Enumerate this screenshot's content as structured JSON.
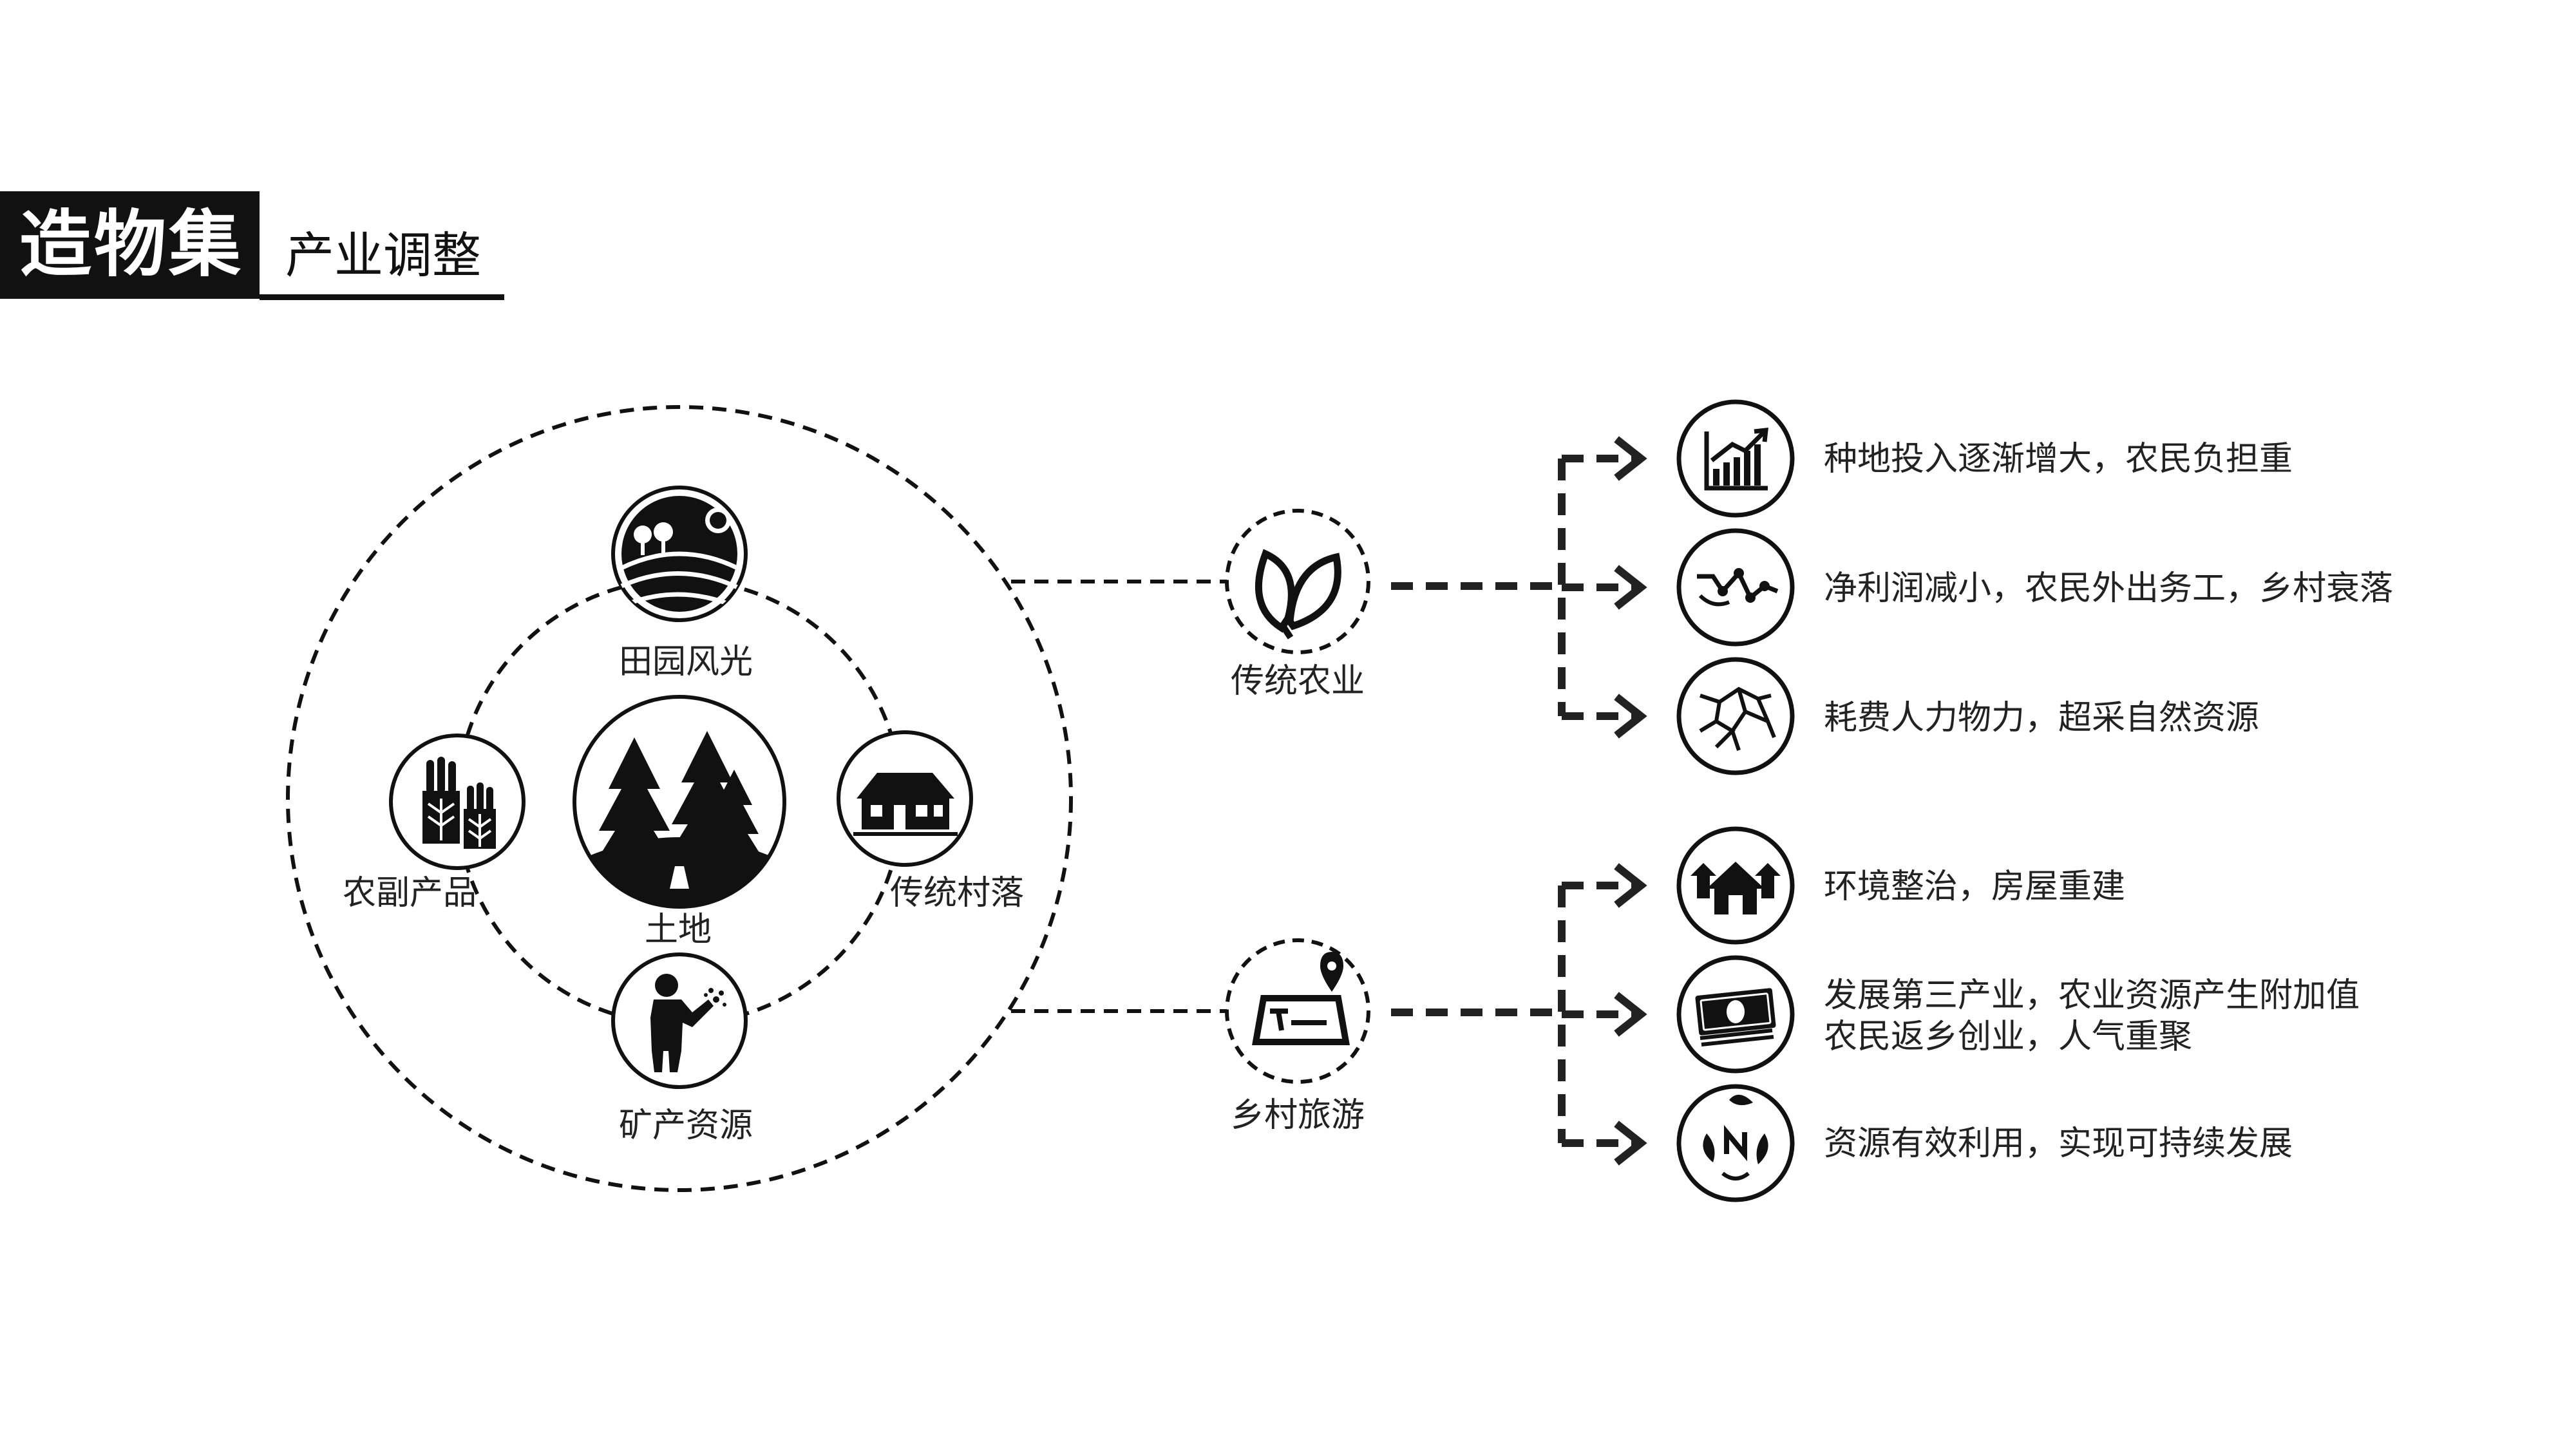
{
  "header": {
    "logo": "造物集",
    "title": "产业调整"
  },
  "land": {
    "center": "土地",
    "satellites": [
      "田园风光",
      "农副产品",
      "传统村落",
      "矿产资源"
    ]
  },
  "branches": [
    {
      "label": "传统农业",
      "icon": "leaves-icon",
      "outcomes": [
        {
          "icon": "bar-chart-up-icon",
          "lines": [
            "种地投入逐渐增大，农民负担重"
          ]
        },
        {
          "icon": "declining-graph-icon",
          "lines": [
            "净利润减小，农民外出务工，乡村衰落"
          ]
        },
        {
          "icon": "cracked-earth-icon",
          "lines": [
            "耗费人力物力，超采自然资源"
          ]
        }
      ]
    },
    {
      "label": "乡村旅游",
      "icon": "map-pin-icon",
      "outcomes": [
        {
          "icon": "house-rebuild-icon",
          "lines": [
            "环境整治，房屋重建"
          ]
        },
        {
          "icon": "money-icon",
          "lines": [
            "发展第三产业，农业资源产生附加值",
            "农民返乡创业，人气重聚"
          ]
        },
        {
          "icon": "nitrogen-leaf-icon",
          "lines": [
            "资源有效利用，实现可持续发展"
          ]
        }
      ]
    }
  ],
  "colors": {
    "ink": "#111111",
    "background": "#ffffff"
  }
}
